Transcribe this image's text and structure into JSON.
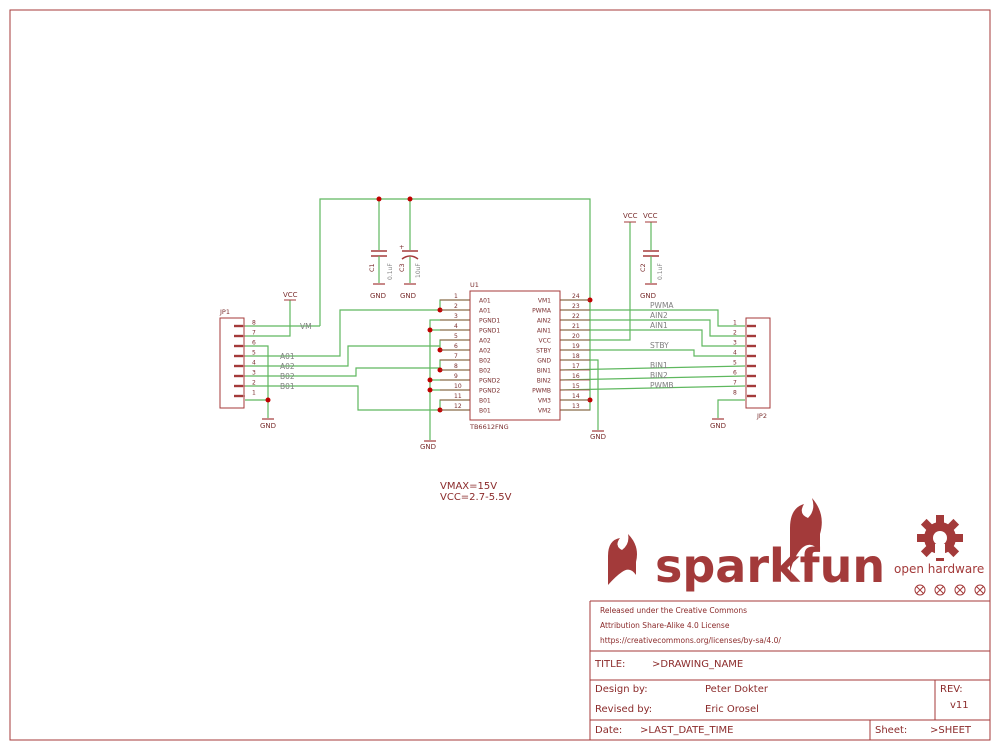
{
  "chip": {
    "refdes": "U1",
    "name": "TB6612FNG",
    "left_pins": [
      {
        "num": "1",
        "name": "A01"
      },
      {
        "num": "2",
        "name": "A01"
      },
      {
        "num": "3",
        "name": "PGND1"
      },
      {
        "num": "4",
        "name": "PGND1"
      },
      {
        "num": "5",
        "name": "A02"
      },
      {
        "num": "6",
        "name": "A02"
      },
      {
        "num": "7",
        "name": "B02"
      },
      {
        "num": "8",
        "name": "B02"
      },
      {
        "num": "9",
        "name": "PGND2"
      },
      {
        "num": "10",
        "name": "PGND2"
      },
      {
        "num": "11",
        "name": "B01"
      },
      {
        "num": "12",
        "name": "B01"
      }
    ],
    "right_pins": [
      {
        "num": "24",
        "name": "VM1"
      },
      {
        "num": "23",
        "name": "PWMA"
      },
      {
        "num": "22",
        "name": "AIN2"
      },
      {
        "num": "21",
        "name": "AIN1"
      },
      {
        "num": "20",
        "name": "VCC"
      },
      {
        "num": "19",
        "name": "STBY"
      },
      {
        "num": "18",
        "name": "GND"
      },
      {
        "num": "17",
        "name": "BIN1"
      },
      {
        "num": "16",
        "name": "BIN2"
      },
      {
        "num": "15",
        "name": "PWMB"
      },
      {
        "num": "14",
        "name": "VM3"
      },
      {
        "num": "13",
        "name": "VM2"
      }
    ]
  },
  "jp1": {
    "refdes": "JP1",
    "pins": [
      "8",
      "7",
      "6",
      "5",
      "4",
      "3",
      "2",
      "1"
    ],
    "nets": [
      "VM",
      "A01",
      "A02",
      "B02",
      "B01"
    ]
  },
  "jp2": {
    "refdes": "JP2",
    "pins": [
      "1",
      "2",
      "3",
      "4",
      "5",
      "6",
      "7",
      "8"
    ],
    "nets": [
      "PWMA",
      "AIN2",
      "AIN1",
      "STBY",
      "BIN1",
      "BIN2",
      "PWMB"
    ]
  },
  "caps": {
    "c1": {
      "refdes": "C1",
      "value": "0.1uF"
    },
    "c3": {
      "refdes": "C3",
      "value": "10uF"
    },
    "c2": {
      "refdes": "C2",
      "value": "0.1uF"
    }
  },
  "power": {
    "vcc": "VCC",
    "gnd": "GND",
    "plus": "+"
  },
  "notes": {
    "vmax": "VMAX=15V",
    "vcc": "VCC=2.7-5.5V"
  },
  "branding": {
    "sparkfun": "sparkfun",
    "open_hardware": "open hardware"
  },
  "titleblock": {
    "license1": "Released under the Creative Commons",
    "license2": "Attribution Share-Alike 4.0 License",
    "license3": "https://creativecommons.org/licenses/by-sa/4.0/",
    "title_label": "TITLE:",
    "title_value": ">DRAWING_NAME",
    "design_label": "Design by:",
    "design_value": "Peter Dokter",
    "revised_label": "Revised by:",
    "revised_value": "Eric Orosel",
    "rev_label": "REV:",
    "rev_value": "v11",
    "date_label": "Date:",
    "date_value": ">LAST_DATE_TIME",
    "sheet_label": "Sheet:",
    "sheet_value": ">SHEET"
  },
  "colors": {
    "frame": "#a43a3a",
    "wire": "#5fb85f",
    "junction": "#c00000",
    "netlabel": "#808080",
    "brand": "#a33a3a"
  }
}
